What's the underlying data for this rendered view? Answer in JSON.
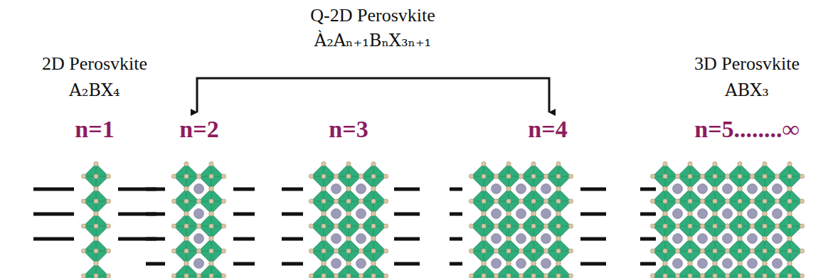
{
  "diagram": {
    "labels": [
      "Q-2D Perosvkite",
      "À₂Aₙ₊₁BₙX₃ₙ₊₁",
      "2D Perosvkite",
      "A₂BX₄",
      "n=1",
      "n=2",
      "n=3",
      "n=4",
      "3D Perosvkite",
      "ABX₃",
      "n=5........∞"
    ]
  }
}
